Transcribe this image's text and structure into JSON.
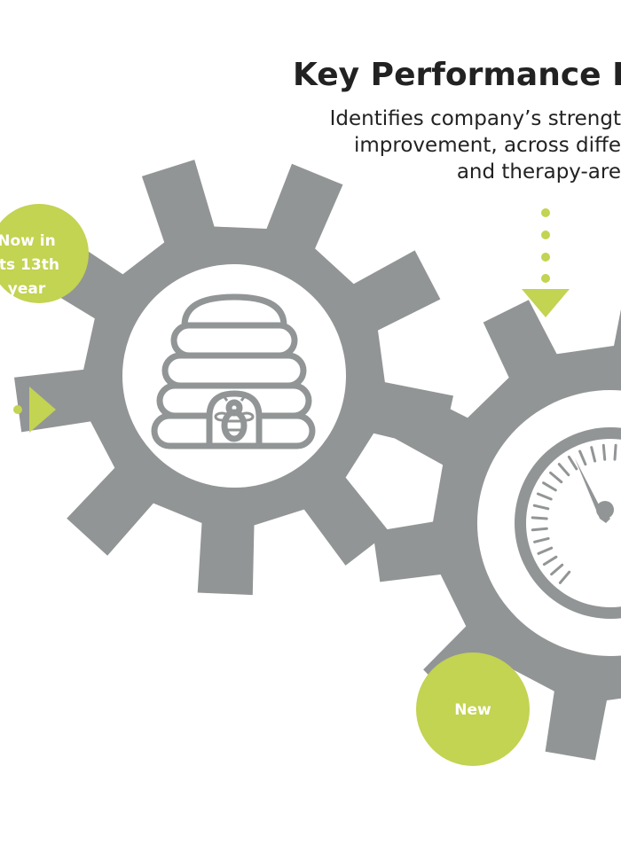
{
  "header": {
    "title": "Key Performance I",
    "subtitle_lines": [
      "Identifies company’s strengt",
      "improvement, across diffe",
      "and therapy-are"
    ]
  },
  "badges": {
    "left_lines": [
      "Now in",
      "its 13th",
      "year"
    ],
    "new_label": "New"
  },
  "colors": {
    "gear": "#929596",
    "accent": "#c3d352",
    "text": "#222222",
    "background": "#ffffff"
  },
  "icons": {
    "left_gear": "beehive-icon",
    "right_gear": "speedometer-icon"
  }
}
